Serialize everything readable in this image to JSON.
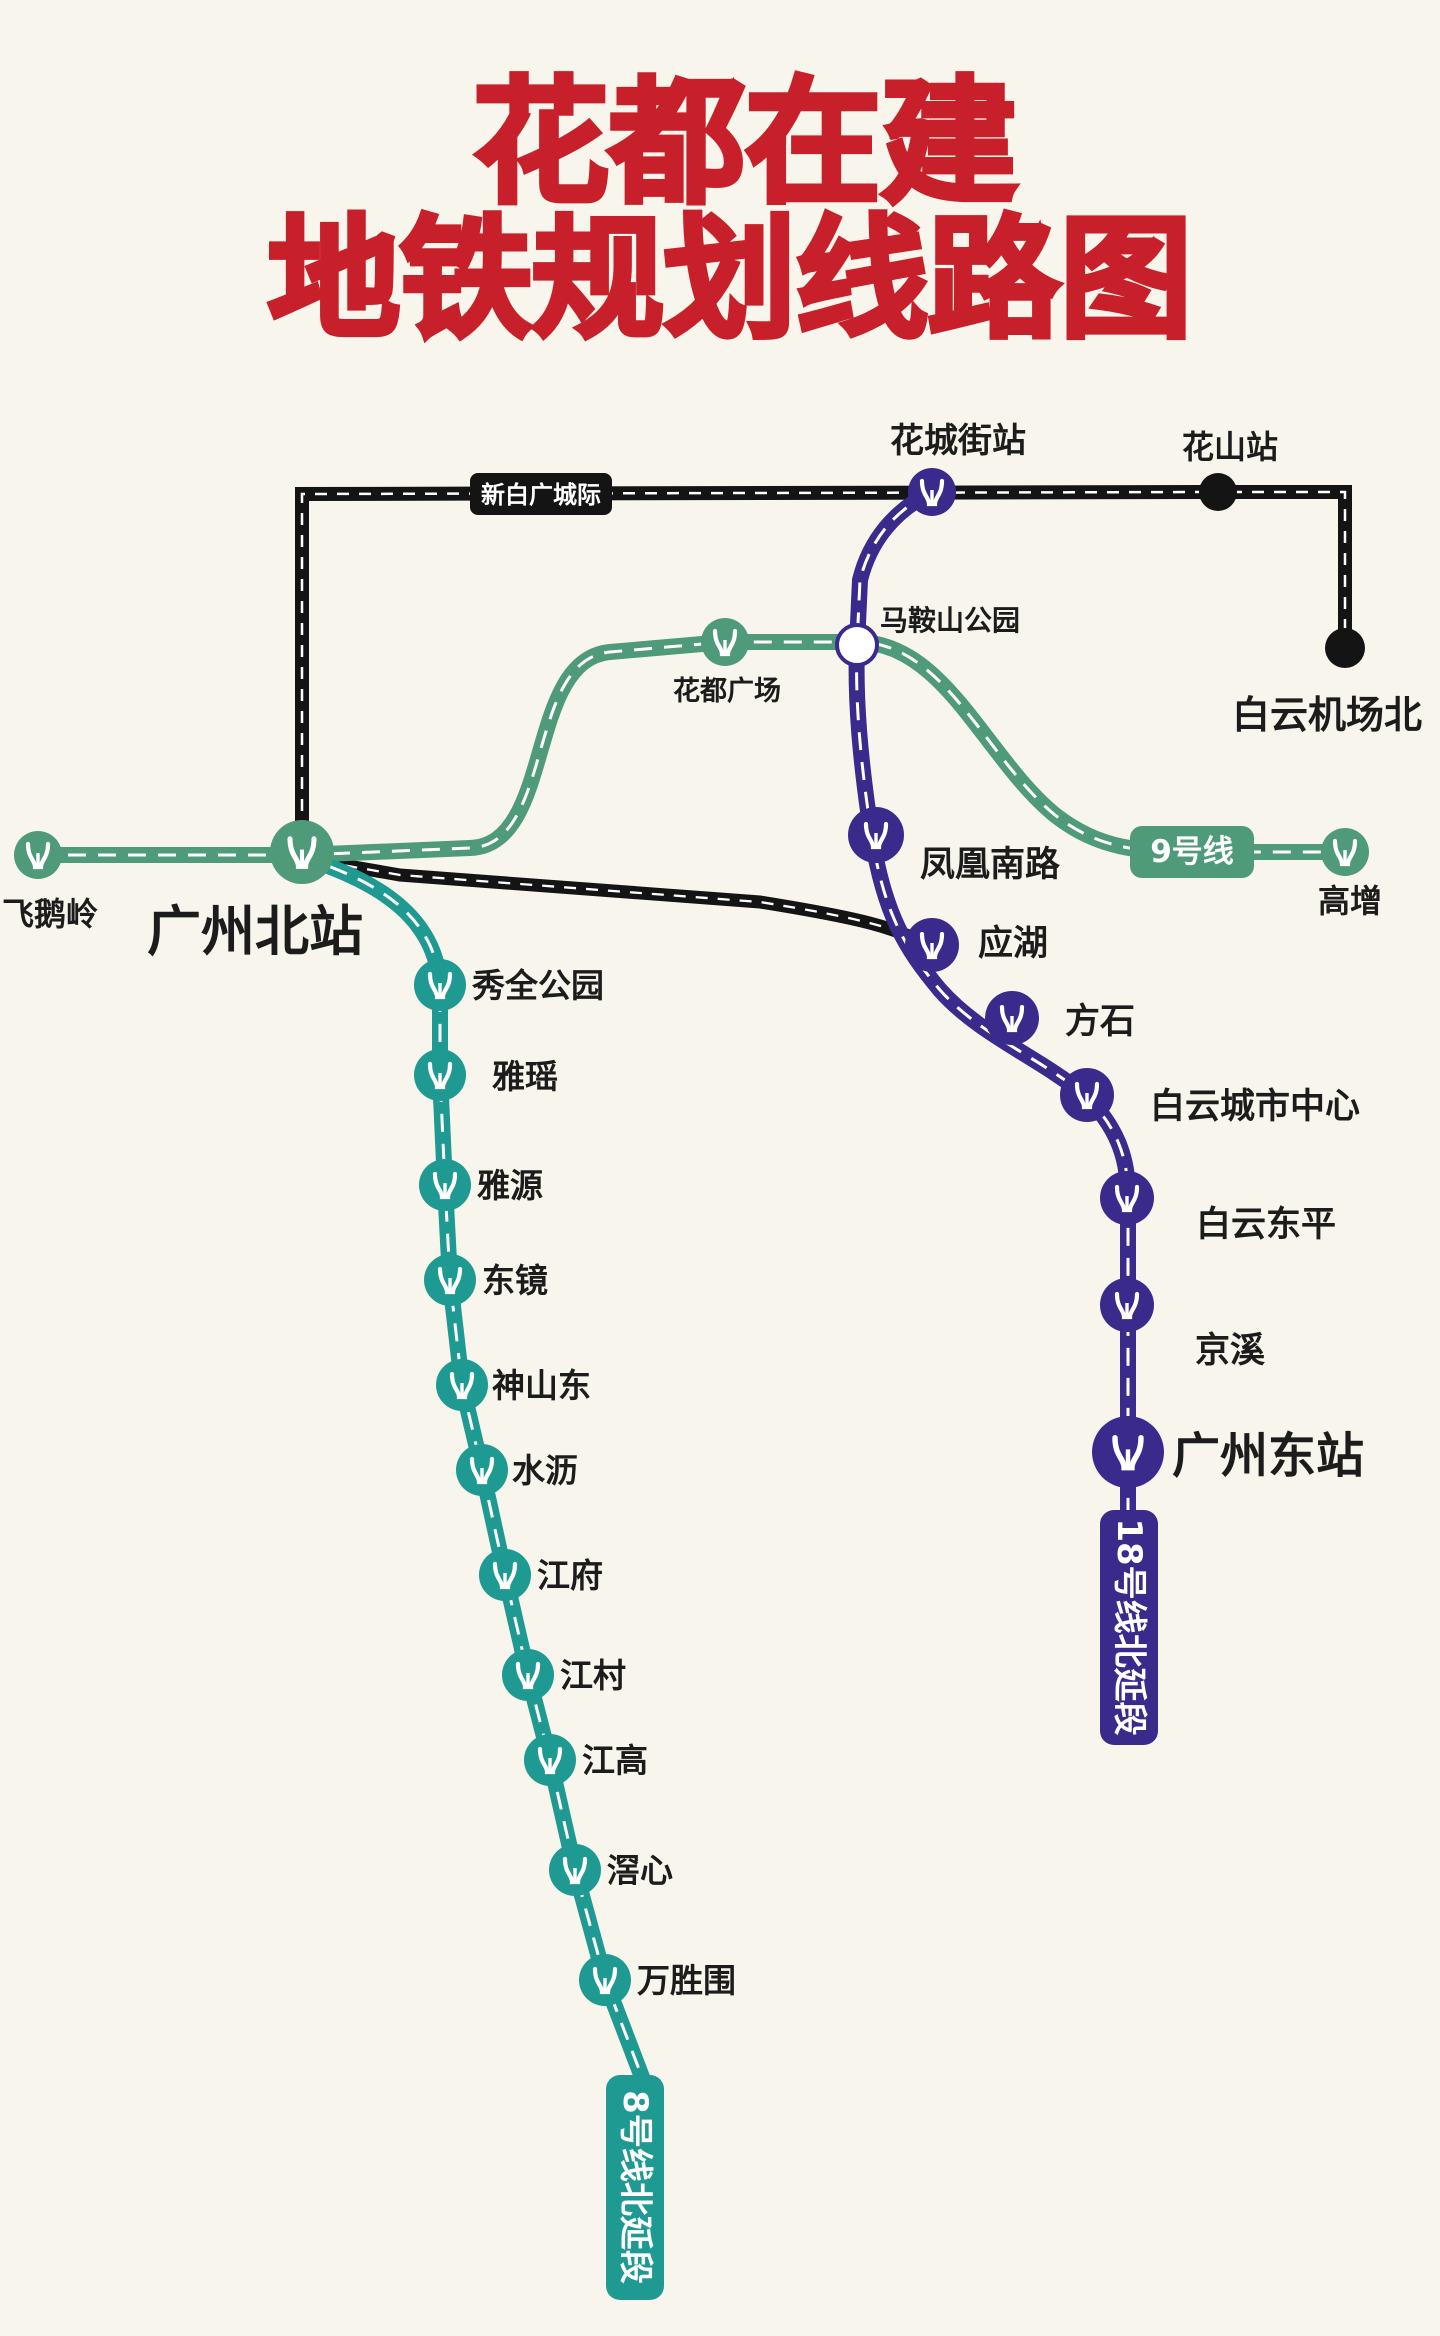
{
  "title": {
    "line1": "花都在建",
    "line2": "地铁规划线路图"
  },
  "colors": {
    "background": "#f7f5ec",
    "title": "#c8202a",
    "line8": "#1f9a92",
    "line18": "#3a2a8c",
    "line9": "#4f9a78",
    "intercity": "#141414"
  },
  "icons": {
    "station_marker": "metro-logo-icon"
  },
  "lines": {
    "line8": {
      "badge": "8号线北延段"
    },
    "line18": {
      "badge": "18号线北延段"
    },
    "line9": {
      "badge": "9号线"
    },
    "intercity": {
      "badge": "新白广城际"
    }
  },
  "stations": {
    "feieling": "飞鹅岭",
    "guangzhou_north": "广州北站",
    "huadu_square": "花都广场",
    "maanshan_park": "马鞍山公园",
    "huacheng_street": "花城街站",
    "huashan": "花山站",
    "baiyun_airport_north": "白云机场北",
    "gaozeng": "高增",
    "fenghuang_south": "凤凰南路",
    "yinghu": "应湖",
    "fangshi": "方石",
    "baiyun_city_center": "白云城市中心",
    "baiyun_dongping": "白云东平",
    "jingxi": "京溪",
    "guangzhou_east": "广州东站",
    "xiuquan_park": "秀全公园",
    "yayao": "雅瑶",
    "yayuan": "雅源",
    "dongjing": "东镜",
    "shenshan_east": "神山东",
    "shuili": "水沥",
    "jiangfu": "江府",
    "jiangcun": "江村",
    "jianggao": "江高",
    "xiaxin": "滘心",
    "wanshengwei": "万胜围"
  }
}
